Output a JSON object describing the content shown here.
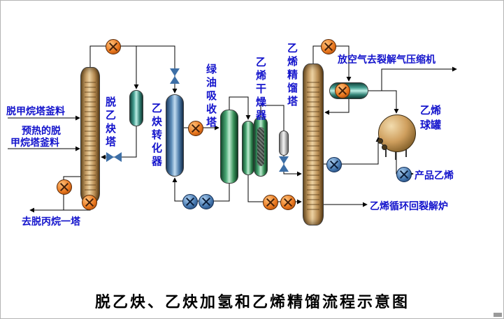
{
  "title": "脱乙炔、乙炔加氢和乙烯精馏流程示意图",
  "equipment": {
    "deacetylene_column": "脱乙炔塔",
    "acetylene_converter": "乙炔转化器",
    "green_oil_absorber": "绿油吸收塔",
    "ethylene_dryer": "乙烯干燥器",
    "ethylene_column": "乙烯精馏塔",
    "ethylene_sphere_tank": "乙烯球罐"
  },
  "streams": {
    "demethanizer_bottoms_feed": "脱甲烷塔釜料",
    "preheated_feed_line1": "预热的脱",
    "preheated_feed_line2": "甲烷塔釜料",
    "to_depropanizer": "去脱丙烷一塔",
    "vent_to_cracked_gas_compressor": "放空气去裂解气压缩机",
    "product_ethylene": "产品乙烯",
    "ethylene_recycle_to_furnace": "乙烯循环回裂解炉"
  },
  "colors": {
    "label_blue": "#1414cc",
    "title_color": "#000000",
    "column_tan": "#caa26a",
    "vessel_teal": "#46a092",
    "vessel_blue": "#5c8cb8",
    "vessel_green": "#4aa874",
    "exchanger_orange": "#e8751c",
    "pump_blue": "#4476ae",
    "line_color": "#000000"
  }
}
